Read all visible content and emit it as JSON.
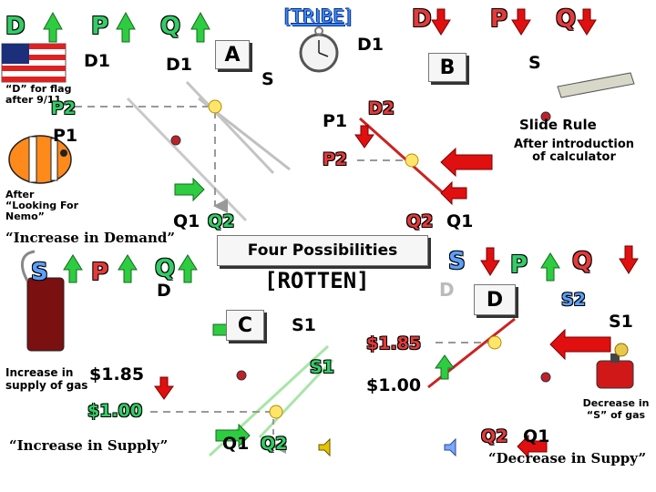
{
  "title": "[TRIBE]",
  "labels": {
    "D": "D",
    "P": "P",
    "Q": "Q",
    "S": "S",
    "A": "A",
    "B": "B",
    "C": "C",
    "D1": "D1",
    "D2": "D2",
    "P1": "P1",
    "P2": "P2",
    "Q1": "Q1",
    "Q2": "Q2",
    "S1": "S1",
    "S2": "S2"
  },
  "captions": {
    "flag_note": "“D” for flag after 9/11",
    "nemo_note": "After “Looking For Nemo”",
    "increase_demand": "“Increase in Demand”",
    "slide_rule": "Slide Rule",
    "calculator_note": "After introduction of calculator",
    "four_possibilities": "Four  Possibilities",
    "rotten": "[ROTTEN]",
    "increase_supply_gas": "Increase in supply of gas",
    "increase_supply": "“Increase in Supply”",
    "decrease_s_gas": "Decrease in “S” of gas",
    "decrease_supply": "“Decrease in Suppy”"
  },
  "prices": {
    "high": "$1.85",
    "low": "$1.00"
  },
  "colors": {
    "up_arrow": "#2ecc40",
    "down_arrow": "#e01010",
    "curve": "#cc3322",
    "curve_green": "#9be39b",
    "dashed": "#999999",
    "dot": "#c0202a",
    "tribe_blue": "#3b8cff"
  },
  "icons": [
    "us-flag-icon",
    "clownfish-icon",
    "pocket-watch-icon",
    "slide-rule-icon",
    "gas-can-icon",
    "gas-pump-icon",
    "speaker-icon",
    "money-bag-icon"
  ]
}
